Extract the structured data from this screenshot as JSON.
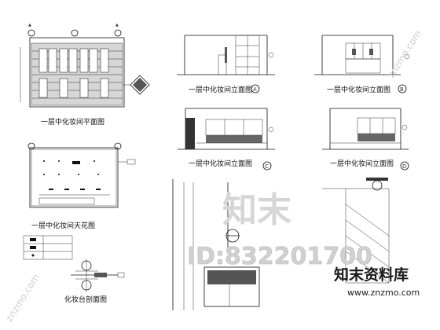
{
  "drawings": [
    {
      "id": "plan-1f",
      "title": "一层中化妆间平面图"
    },
    {
      "id": "ceiling-1f",
      "title": "一层中化妆间天花图"
    },
    {
      "id": "section-vanity",
      "title": "化妆台剖面图"
    },
    {
      "id": "elev-a",
      "title": "一层中化妆间立面图",
      "marker": "A"
    },
    {
      "id": "elev-b",
      "title": "一层中化妆间立面图",
      "marker": "B"
    },
    {
      "id": "elev-c",
      "title": "一层中化妆间立面图",
      "marker": "C"
    },
    {
      "id": "elev-d",
      "title": "一层中化妆间立面图",
      "marker": "D"
    }
  ],
  "watermark": {
    "big_text": "知末",
    "id_text": "ID:832201700",
    "brand": "知末资料库",
    "url": "www.znzmo.com",
    "diagonal": "znzmo.com"
  },
  "colors": {
    "ink": "#111111",
    "watermark_gray": "#d0d0d0"
  }
}
